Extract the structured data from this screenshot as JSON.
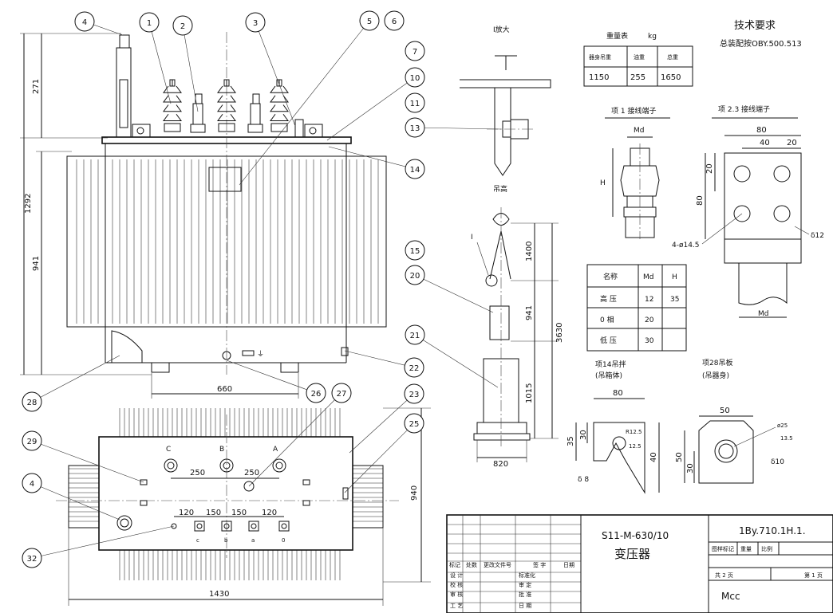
{
  "bubbles": [
    "4",
    "1",
    "2",
    "3",
    "5",
    "6",
    "7",
    "10",
    "11",
    "13",
    "14",
    "15",
    "20",
    "21",
    "22",
    "23",
    "25",
    "26",
    "27",
    "28",
    "29",
    "4",
    "32"
  ],
  "dims": {
    "total_height": "1292",
    "bushing_height": "271",
    "tank_height": "941",
    "wheel_spacing": "660",
    "length": "1430",
    "width": "940",
    "top_spacing_a": "250",
    "top_spacing_b": "250",
    "lv_spacing": [
      "120",
      "150",
      "150",
      "120"
    ],
    "lift_1400": "1400",
    "lift_941": "941",
    "lift_1015": "1015",
    "lift_3630": "3630",
    "lift_820": "820"
  },
  "phase_labels": [
    "C",
    "B",
    "A"
  ],
  "lv_labels": [
    "c",
    "b",
    "a",
    "0"
  ],
  "detail_i": {
    "title": "I放大"
  },
  "lifting": {
    "title": "吊高",
    "marker": "I"
  },
  "requirements": {
    "title": "技术要求",
    "ref": "总装配按OBY.500.513"
  },
  "weight_table": {
    "title": "重量表",
    "unit": "kg",
    "headers": [
      "器身吊重",
      "油重",
      "总重"
    ],
    "values": [
      "1150",
      "255",
      "1650"
    ]
  },
  "terminal_1": {
    "title": "项 1 接线端子",
    "md": "Md",
    "h": "H"
  },
  "terminal_23": {
    "title": "项 2.3 接线端子",
    "w80": "80",
    "w40": "40",
    "w20": "20",
    "h20": "20",
    "h80": "80",
    "holes": "4-ø14.5",
    "thk": "δ12",
    "md": "Md"
  },
  "spec_table": {
    "headers": [
      "名称",
      "Md",
      "H"
    ],
    "rows": [
      [
        "高 压",
        "12",
        "35"
      ],
      [
        "0 相",
        "20",
        ""
      ],
      [
        "低 压",
        "30",
        ""
      ]
    ]
  },
  "item14": {
    "title": "项14吊拌",
    "subtitle": "(吊箱体)",
    "w80": "80",
    "h35": "35",
    "h30": "30",
    "h40": "40",
    "r": "R12.5",
    "r2": "12.5",
    "thk": "δ 8"
  },
  "item28": {
    "title": "项28吊板",
    "subtitle": "(吊器身)",
    "w50": "50",
    "dia": "ø25",
    "sub": "13.5",
    "h50": "50",
    "h30": "30",
    "thk": "δ10"
  },
  "title_block": {
    "model": "S11-M-630/10",
    "name": "变压器",
    "drawing_no": "1By.710.1H.1.",
    "stage_label": "图样标记",
    "weight_label": "重量",
    "scale_label": "比例",
    "sheets": "共 2 页",
    "sheet": "第 1 页",
    "company": "Mcc",
    "rev_headers": [
      "标记",
      "处数",
      "更改文件号",
      "签 字",
      "日期"
    ],
    "left_labels": [
      "设 计",
      "校 核",
      "审 核",
      "工 艺"
    ],
    "right_labels": [
      "标准化",
      "审 定",
      "批 准",
      "日 期"
    ]
  },
  "colors": {
    "line": "#111111",
    "paper": "#ffffff"
  }
}
